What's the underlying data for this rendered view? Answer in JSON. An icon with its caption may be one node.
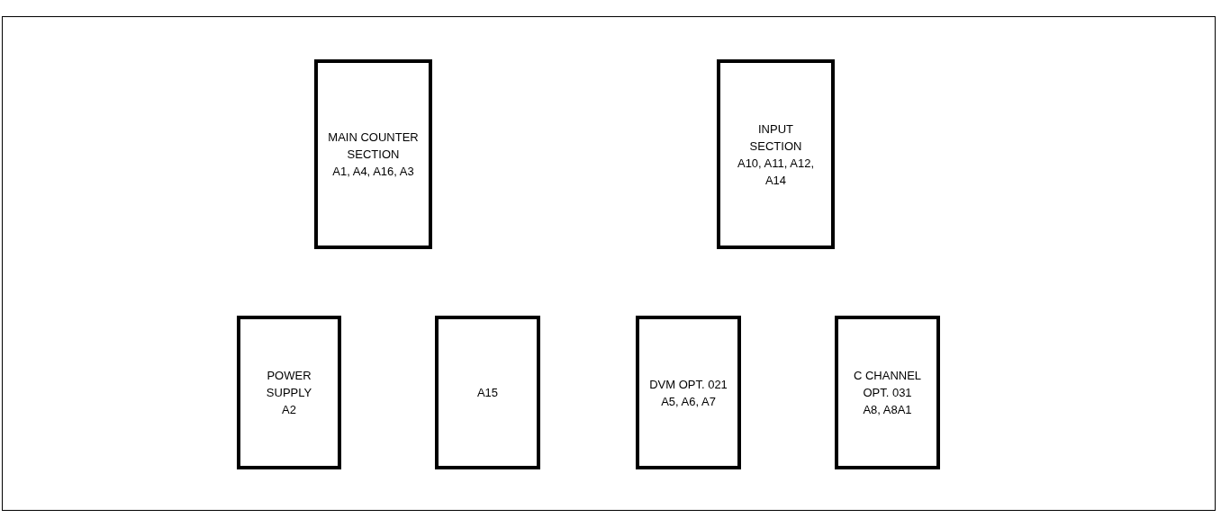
{
  "diagram": {
    "nodes": [
      {
        "text": [],
        "shape": "box"
      },
      {
        "text": [
          "MAIN COUNTER SECTION",
          "A1, A4, A16, A3"
        ],
        "in": 0
      },
      {
        "text": [
          "INPUT SECTION",
          "A10, A11, A12, A14"
        ],
        "in": 0
      },
      {
        "text": [
          "POWER SUPPLY",
          "A2"
        ],
        "in": 0
      },
      {
        "text": [
          "A15"
        ],
        "in": 0
      },
      {
        "text": [
          "DVM OPT. 021",
          "A5, A6, A7"
        ],
        "in": 0
      },
      {
        "text": [
          "C CHANNEL OPT. 031",
          "A8, A8A1"
        ],
        "in": 0
      }
    ],
    "edges": []
  }
}
